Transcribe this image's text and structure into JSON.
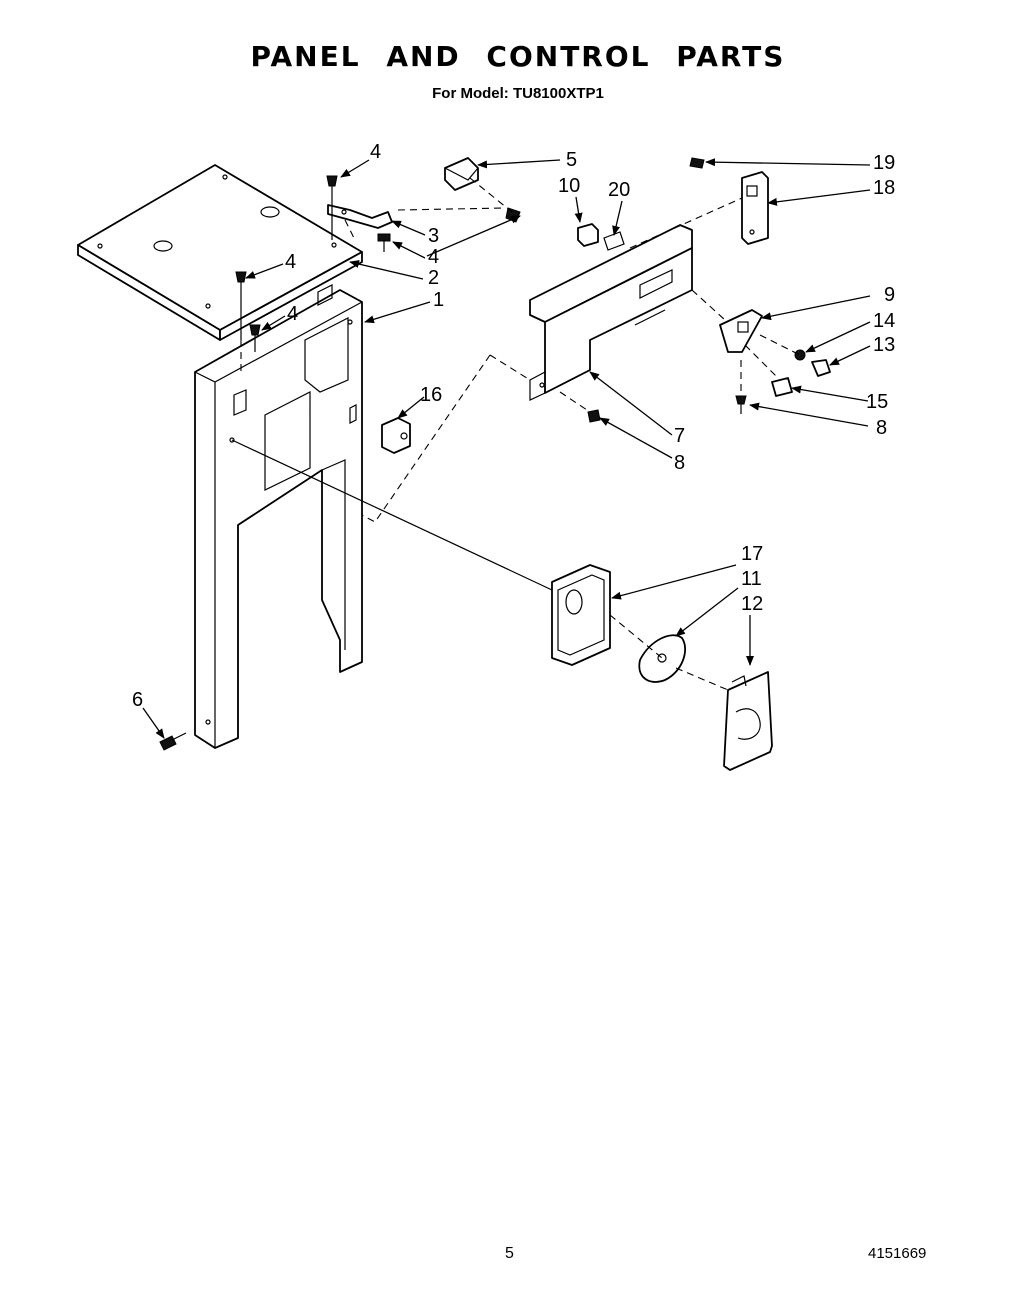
{
  "title": "PANEL AND CONTROL PARTS",
  "subtitle": "For Model: TU8100XTP1",
  "page_number": "5",
  "doc_number": "4151669",
  "callouts": [
    "1",
    "2",
    "3",
    "4",
    "4",
    "4",
    "4",
    "5",
    "6",
    "7",
    "8",
    "8",
    "9",
    "10",
    "11",
    "12",
    "13",
    "14",
    "15",
    "16",
    "17",
    "18",
    "19",
    "20"
  ]
}
